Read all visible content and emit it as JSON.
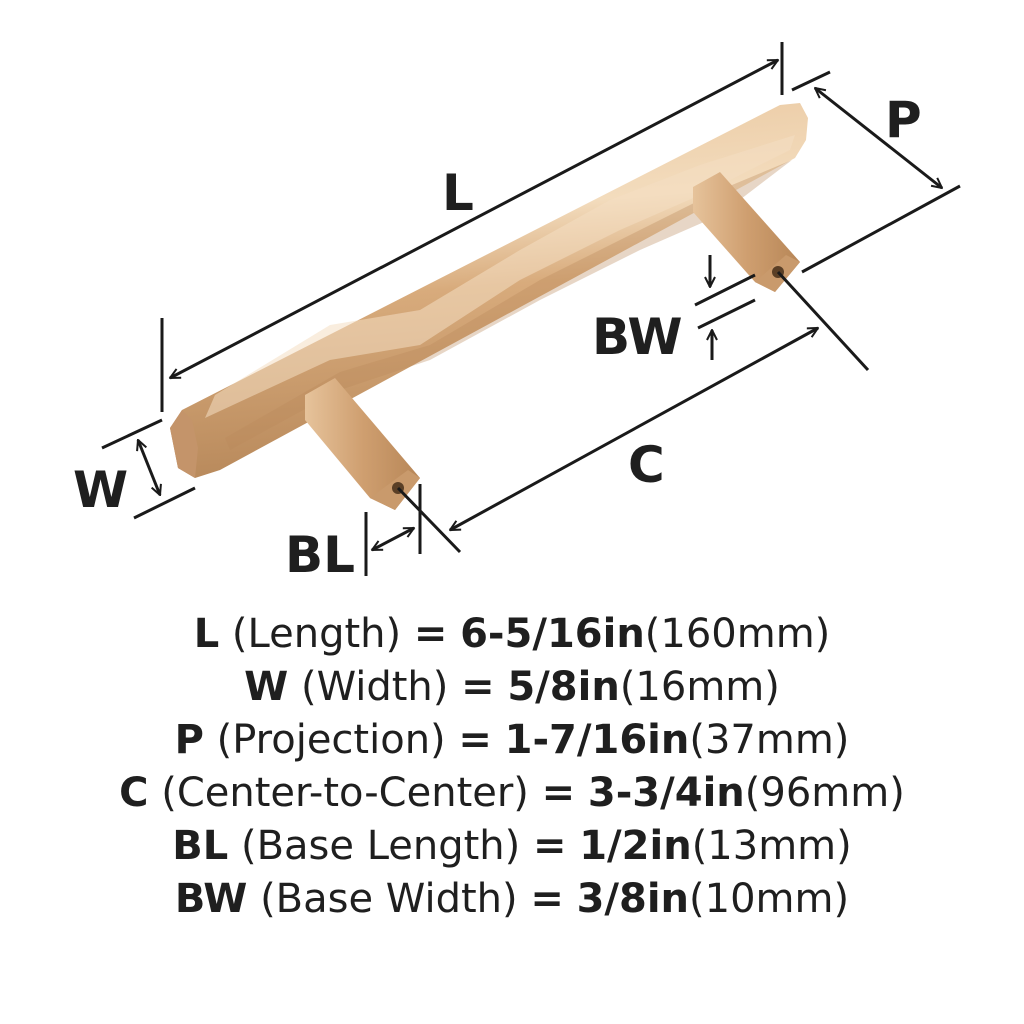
{
  "diagram": {
    "product": "cabinet-bar-pull",
    "finish_colors": {
      "base": "#d7a97a",
      "highlight": "#f2d7b4",
      "shadow": "#b58455",
      "dark": "#8f6238"
    },
    "line_color": "#1a1a1a",
    "labels": {
      "L": "L",
      "P": "P",
      "BW": "BW",
      "W": "W",
      "C": "C",
      "BL": "BL"
    }
  },
  "specs": [
    {
      "symbol": "L",
      "name": "(Length)",
      "eq": "=",
      "imperial": "6-5/16in",
      "metric": "(160mm)"
    },
    {
      "symbol": "W",
      "name": "(Width)",
      "eq": "=",
      "imperial": "5/8in",
      "metric": "(16mm)"
    },
    {
      "symbol": "P",
      "name": "(Projection)",
      "eq": "=",
      "imperial": "1-7/16in",
      "metric": "(37mm)"
    },
    {
      "symbol": "C",
      "name": "(Center-to-Center)",
      "eq": "=",
      "imperial": "3-3/4in",
      "metric": "(96mm)"
    },
    {
      "symbol": "BL",
      "name": "(Base Length)",
      "eq": "=",
      "imperial": "1/2in",
      "metric": "(13mm)"
    },
    {
      "symbol": "BW",
      "name": "(Base Width)",
      "eq": "=",
      "imperial": "3/8in",
      "metric": "(10mm)"
    }
  ]
}
